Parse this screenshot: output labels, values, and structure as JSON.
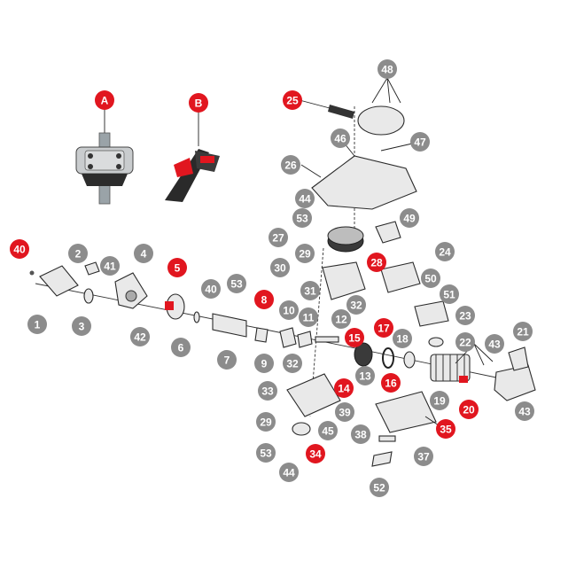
{
  "callouts": {
    "gray": [
      "48",
      "46",
      "47",
      "26",
      "44",
      "49",
      "53",
      "27",
      "29",
      "24",
      "30",
      "50",
      "31",
      "51",
      "32",
      "23",
      "22",
      "18",
      "43",
      "21",
      "2",
      "41",
      "4",
      "1",
      "3",
      "42",
      "40",
      "53",
      "6",
      "7",
      "10",
      "11",
      "12",
      "9",
      "32",
      "13",
      "33",
      "29",
      "45",
      "39",
      "38",
      "19",
      "43",
      "53",
      "44",
      "37",
      "52"
    ],
    "red": [
      "25",
      "28",
      "40",
      "5",
      "8",
      "15",
      "17",
      "16",
      "14",
      "20",
      "35",
      "34"
    ],
    "inset": [
      "A",
      "B"
    ]
  },
  "colors": {
    "gray_badge": "#8c8c8c",
    "red_badge": "#e1161f",
    "line": "#2a2a2a"
  }
}
